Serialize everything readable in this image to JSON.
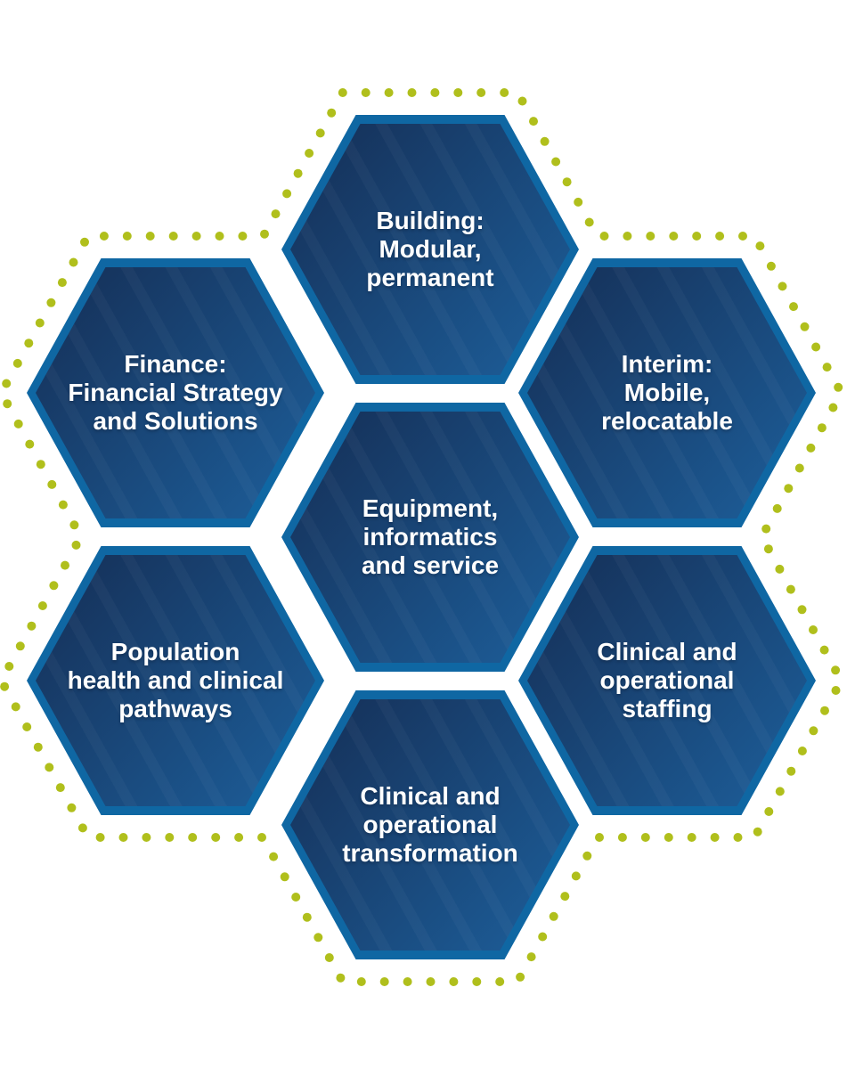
{
  "colors": {
    "background": "#ffffff",
    "hex_border": "#0f67a3",
    "hex_gradient_start": "#152e55",
    "hex_gradient_end": "#1d5f9b",
    "dot": "#b0bf1c",
    "label_text": "#ffffff"
  },
  "hexagons": [
    {
      "id": "building",
      "label": "Building:\nModular,\npermanent"
    },
    {
      "id": "finance",
      "label": "Finance:\nFinancial Strategy\nand Solutions"
    },
    {
      "id": "interim",
      "label": "Interim:\nMobile,\nrelocatable"
    },
    {
      "id": "equipment",
      "label": "Equipment,\ninformatics\nand service"
    },
    {
      "id": "population",
      "label": "Population\nhealth and clinical\npathways"
    },
    {
      "id": "staffing",
      "label": "Clinical and\noperational\nstaffing"
    },
    {
      "id": "transformation",
      "label": "Clinical and\noperational\ntransformation"
    }
  ]
}
